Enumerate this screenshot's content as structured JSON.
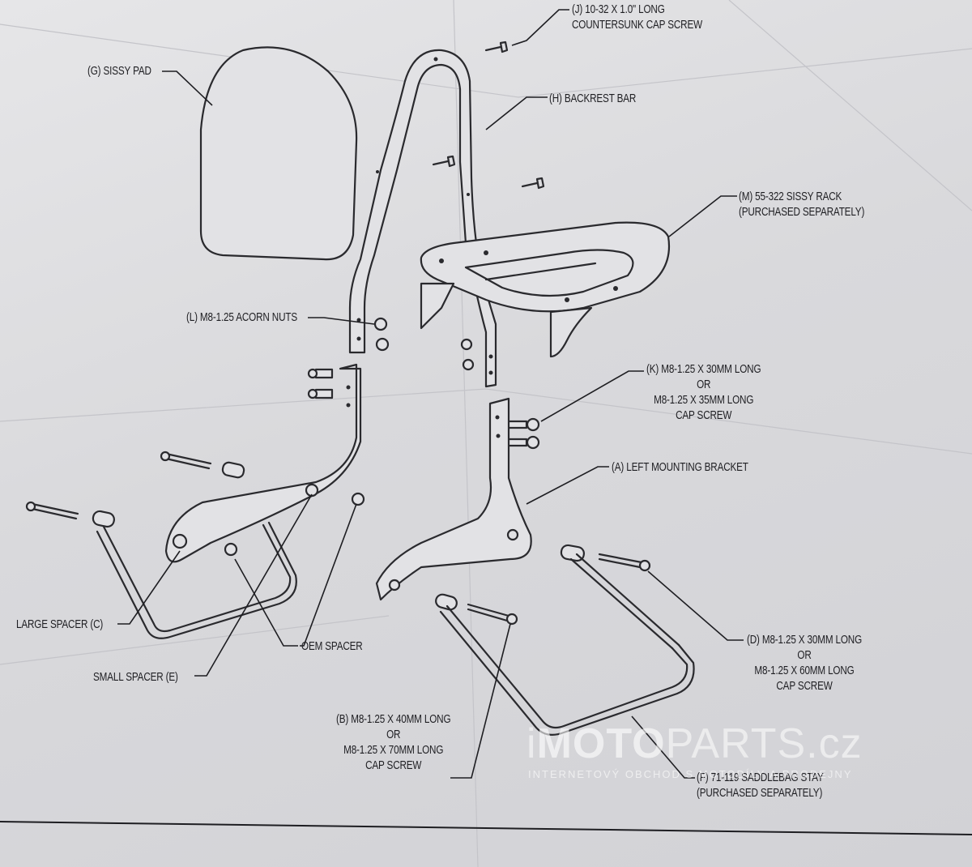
{
  "labels": {
    "j": [
      "(J) 10-32 X 1.0\" LONG",
      "COUNTERSUNK CAP SCREW"
    ],
    "g": [
      "(G) SISSY PAD"
    ],
    "h": [
      "(H) BACKREST BAR"
    ],
    "m": [
      "(M) 55-322 SISSY RACK",
      "(PURCHASED SEPARATELY)"
    ],
    "l": [
      "(L) M8-1.25 ACORN NUTS"
    ],
    "k": [
      "(K) M8-1.25 X 30MM LONG",
      "OR",
      "M8-1.25 X 35MM LONG",
      "CAP SCREW"
    ],
    "a": [
      "(A) LEFT MOUNTING BRACKET"
    ],
    "c": [
      "LARGE SPACER (C)"
    ],
    "oem": [
      "OEM SPACER"
    ],
    "e": [
      "SMALL SPACER (E)"
    ],
    "d": [
      "(D) M8-1.25 X 30MM LONG",
      "OR",
      "M8-1.25 X 60MM LONG",
      "CAP SCREW"
    ],
    "b": [
      "(B) M8-1.25 X 40MM LONG",
      "OR",
      "M8-1.25 X 70MM LONG",
      "CAP SCREW"
    ],
    "f": [
      "(F) 71-119 SADDLEBAG STAY",
      "(PURCHASED SEPARATELY)"
    ]
  },
  "watermark": {
    "prefix": "i",
    "brand": "MOTO",
    "suffix": "PARTS.cz",
    "tagline": "INTERNETOVÝ OBCHOD S MOTODÍLY A PRODEJNY"
  },
  "colors": {
    "ink": "#2a2a2e",
    "paper": "#e2e2e5"
  }
}
